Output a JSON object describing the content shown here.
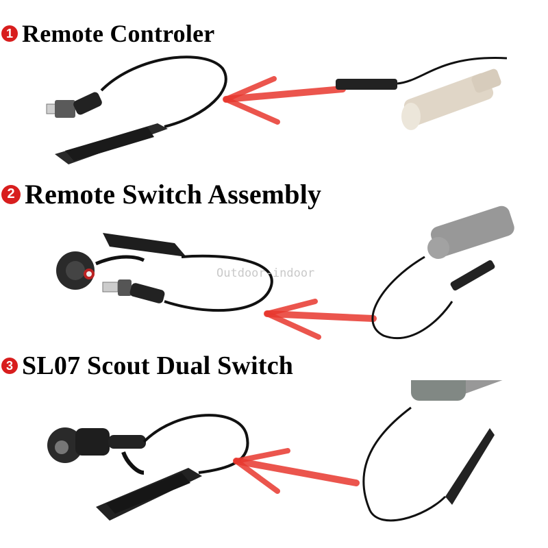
{
  "sections": [
    {
      "number": "1",
      "title": "Remote Controler"
    },
    {
      "number": "2",
      "title": "Remote Switch Assembly"
    },
    {
      "number": "3",
      "title": "SL07 Scout Dual Switch"
    }
  ],
  "watermark": "Outdoor-indoor",
  "colors": {
    "accent": "#e8382f",
    "badge": "#d81e1e"
  }
}
